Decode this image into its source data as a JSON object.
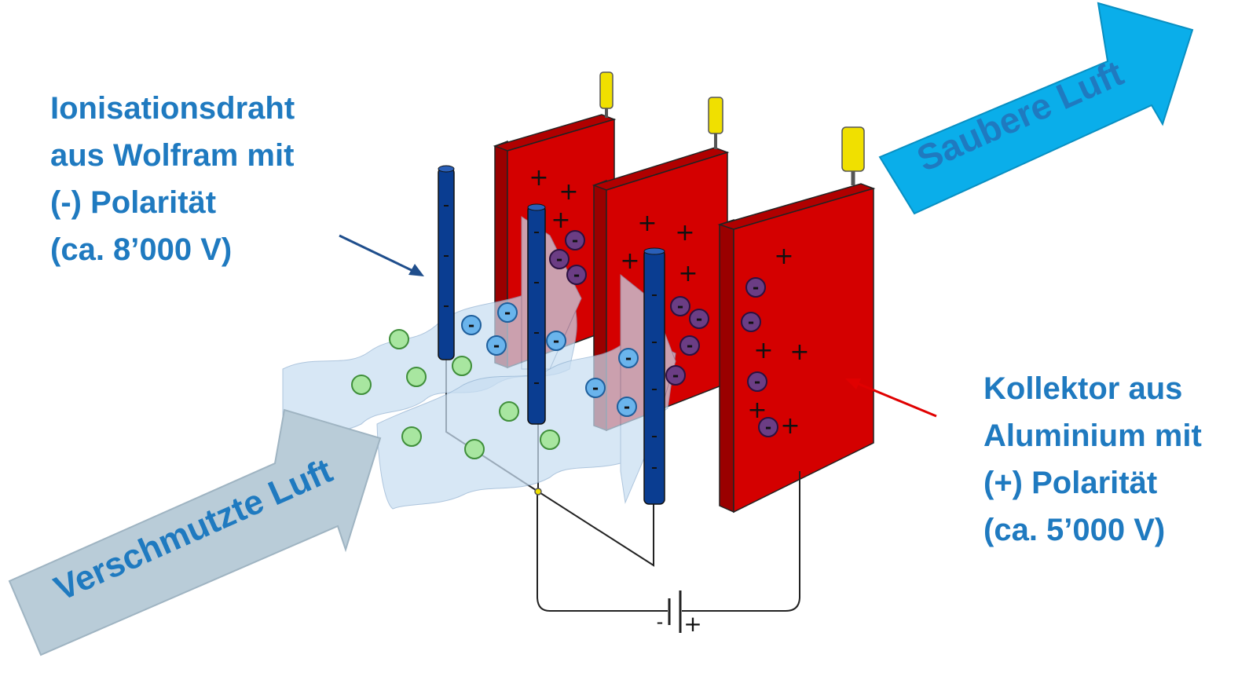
{
  "labels": {
    "ionization_wire": [
      "Ionisationsdraht",
      "aus Wolfram mit",
      "(-) Polarität",
      "(ca. 8’000 V)"
    ],
    "collector": [
      "Kollektor aus",
      "Aluminium mit",
      "(+) Polarität",
      "(ca. 5’000 V)"
    ],
    "dirty_air": "Verschmutzte Luft",
    "clean_air": "Saubere Luft",
    "battery_minus": "-",
    "battery_plus": "+",
    "plus_sign": "+",
    "minus_sign": "-"
  },
  "colors": {
    "caption_text": "#1f7ac0",
    "plate": "#d40000",
    "plate_side": "#9a0000",
    "wire": "#0a3d91",
    "insulator": "#f0e000",
    "neutral_particle": "#a8e6a0",
    "negative_ion": "#6ab4ec",
    "captured_ion": "#6b3d84",
    "dirty_air_arrow": "#b9ccd8",
    "clean_air_arrow": "#0aaeea",
    "air_stream": "#c8def2",
    "pointer_left": "#1f4e8c",
    "pointer_right": "#e00000"
  },
  "icons": {
    "arrow_in": "dirty-air-arrow-icon",
    "arrow_out": "clean-air-arrow-icon",
    "battery": "battery-symbol-icon"
  }
}
